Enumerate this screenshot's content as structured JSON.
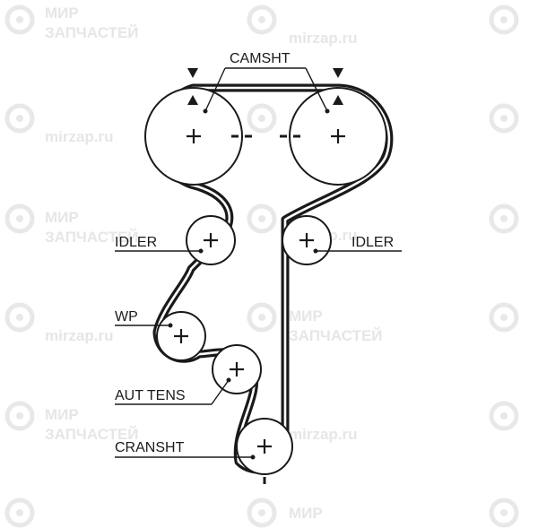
{
  "labels": {
    "camshaft": "CAMSHT",
    "idler_left": "IDLER",
    "idler_right": "IDLER",
    "water_pump": "WP",
    "auto_tensioner": "AUT TENS",
    "crankshaft": "CRANSHT"
  },
  "watermark": {
    "line1": "МИР",
    "line2": "ЗАПЧАСТЕЙ",
    "url": "mirzap.ru"
  },
  "icons": {
    "timing_arrow": "downward-triangle",
    "pulley_center": "plus-cross"
  }
}
